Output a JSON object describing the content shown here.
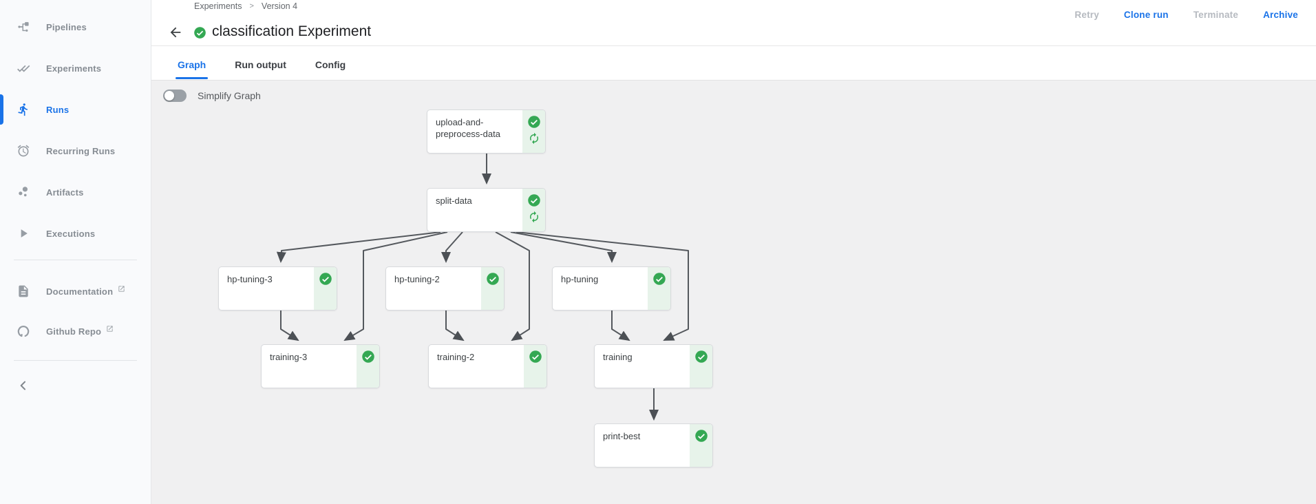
{
  "sidebar": {
    "items": [
      {
        "label": "Pipelines",
        "icon": "pipelines-icon",
        "active": false
      },
      {
        "label": "Experiments",
        "icon": "experiments-icon",
        "active": false
      },
      {
        "label": "Runs",
        "icon": "runs-icon",
        "active": true
      },
      {
        "label": "Recurring Runs",
        "icon": "recurring-runs-icon",
        "active": false
      },
      {
        "label": "Artifacts",
        "icon": "artifacts-icon",
        "active": false
      },
      {
        "label": "Executions",
        "icon": "executions-icon",
        "active": false
      }
    ],
    "footer_items": [
      {
        "label": "Documentation",
        "icon": "documentation-icon",
        "external": true
      },
      {
        "label": "Github Repo",
        "icon": "github-icon",
        "external": true
      }
    ]
  },
  "header": {
    "breadcrumb": [
      "Experiments",
      "Version 4"
    ],
    "title": "classification Experiment",
    "title_status": "succeeded",
    "actions": [
      {
        "label": "Retry",
        "enabled": false
      },
      {
        "label": "Clone run",
        "enabled": true
      },
      {
        "label": "Terminate",
        "enabled": false
      },
      {
        "label": "Archive",
        "enabled": true
      }
    ],
    "tabs": [
      {
        "label": "Graph",
        "active": true
      },
      {
        "label": "Run output",
        "active": false
      },
      {
        "label": "Config",
        "active": false
      }
    ]
  },
  "toolbar": {
    "simplify_graph_label": "Simplify Graph",
    "simplify_graph_enabled": false
  },
  "graph": {
    "nodes": [
      {
        "id": "upload-and-preprocess-data",
        "label": "upload-and-preprocess-data",
        "status": "succeeded",
        "cached": true
      },
      {
        "id": "split-data",
        "label": "split-data",
        "status": "succeeded",
        "cached": true
      },
      {
        "id": "hp-tuning-3",
        "label": "hp-tuning-3",
        "status": "succeeded",
        "cached": false
      },
      {
        "id": "hp-tuning-2",
        "label": "hp-tuning-2",
        "status": "succeeded",
        "cached": false
      },
      {
        "id": "hp-tuning",
        "label": "hp-tuning",
        "status": "succeeded",
        "cached": false
      },
      {
        "id": "training-3",
        "label": "training-3",
        "status": "succeeded",
        "cached": false
      },
      {
        "id": "training-2",
        "label": "training-2",
        "status": "succeeded",
        "cached": false
      },
      {
        "id": "training",
        "label": "training",
        "status": "succeeded",
        "cached": false
      },
      {
        "id": "print-best",
        "label": "print-best",
        "status": "succeeded",
        "cached": false
      }
    ],
    "edges": [
      [
        "upload-and-preprocess-data",
        "split-data"
      ],
      [
        "split-data",
        "hp-tuning-3"
      ],
      [
        "split-data",
        "hp-tuning-2"
      ],
      [
        "split-data",
        "hp-tuning"
      ],
      [
        "split-data",
        "training-3"
      ],
      [
        "split-data",
        "training-2"
      ],
      [
        "split-data",
        "training"
      ],
      [
        "hp-tuning-3",
        "training-3"
      ],
      [
        "hp-tuning-2",
        "training-2"
      ],
      [
        "hp-tuning",
        "training"
      ],
      [
        "training",
        "print-best"
      ]
    ]
  },
  "colors": {
    "accent": "#1a73e8",
    "success": "#34a853",
    "success_bg": "#e7f3ea",
    "edge": "#54585d",
    "disabled_text": "#b6bac0"
  }
}
